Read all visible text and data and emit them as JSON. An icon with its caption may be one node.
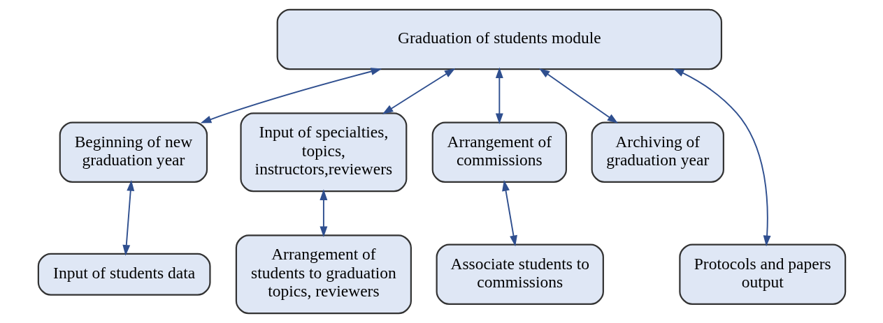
{
  "diagram": {
    "nodes": [
      {
        "text": [
          "Graduation of students module"
        ]
      },
      {
        "text": [
          "Beginning of new graduation year"
        ]
      },
      {
        "text": [
          "Input of specialties, topics, instructors,reviewers"
        ]
      },
      {
        "text": [
          "Arrangement of commissions"
        ]
      },
      {
        "text": [
          "Archiving of graduation year"
        ]
      },
      {
        "text": [
          "Input of students data"
        ]
      },
      {
        "text": [
          "Arrangement of students to graduation topics, reviewers"
        ]
      },
      {
        "text": [
          "Associate students to commissions"
        ]
      },
      {
        "text": [
          "Protocols and papers output"
        ]
      }
    ],
    "edges": [
      {
        "from": 0,
        "to": 1,
        "arrow": "both"
      },
      {
        "from": 0,
        "to": 2,
        "arrow": "both"
      },
      {
        "from": 0,
        "to": 3,
        "arrow": "both"
      },
      {
        "from": 0,
        "to": 4,
        "arrow": "both"
      },
      {
        "from": 0,
        "to": 8,
        "arrow": "both"
      },
      {
        "from": 1,
        "to": 5,
        "arrow": "both"
      },
      {
        "from": 2,
        "to": 6,
        "arrow": "both"
      },
      {
        "from": 3,
        "to": 7,
        "arrow": "both"
      }
    ]
  }
}
